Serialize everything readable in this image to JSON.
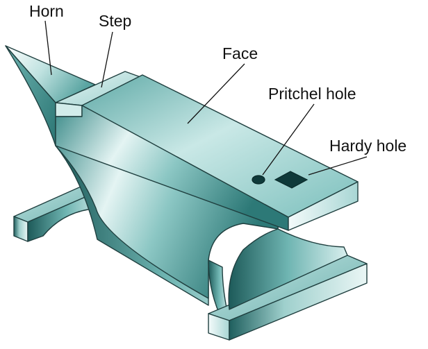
{
  "diagram": {
    "labels": {
      "horn": "Horn",
      "step": "Step",
      "face": "Face",
      "pritchel_hole": "Pritchel hole",
      "hardy_hole": "Hardy hole"
    },
    "colors": {
      "steel_light": "#eaf6f5",
      "steel_mid": "#a9d4d2",
      "steel_dark": "#2f7d7b",
      "steel_deep": "#195656",
      "outline": "#1f3f3f",
      "text": "#111111"
    }
  }
}
